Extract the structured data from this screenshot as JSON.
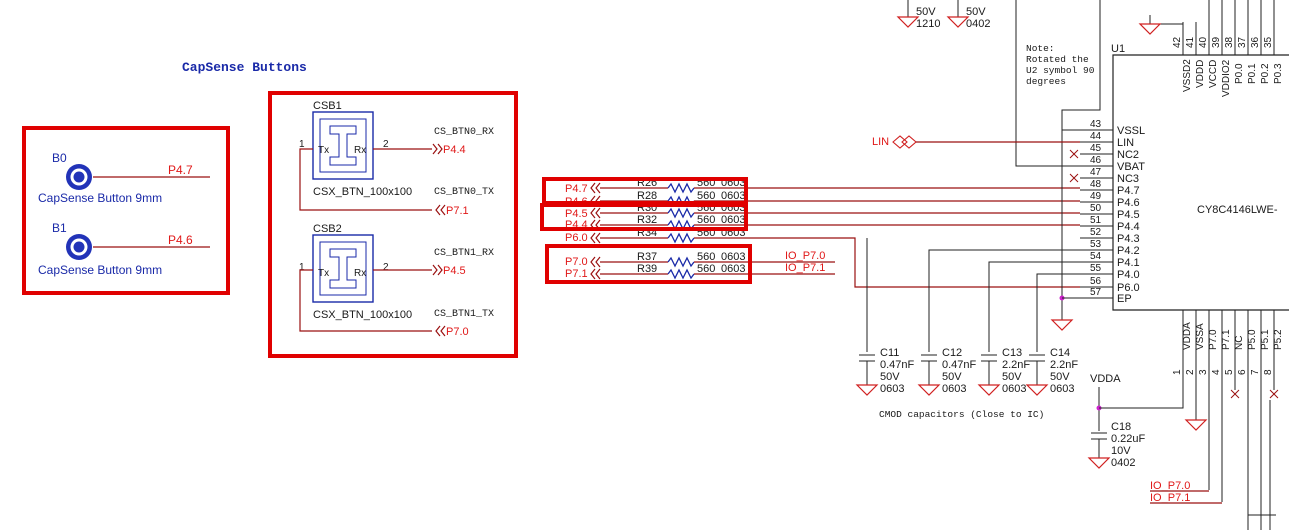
{
  "title": "CapSense Buttons",
  "buttons": [
    {
      "ref": "B0",
      "desc": "CapSense Button 9mm",
      "net": "P4.7"
    },
    {
      "ref": "B1",
      "desc": "CapSense Button 9mm",
      "net": "P4.6"
    }
  ],
  "csx": [
    {
      "ref": "CSB1",
      "part": "CSX_BTN_100x100",
      "rx_net": "CS_BTN0_RX",
      "rx_port": "P4.4",
      "tx_net": "CS_BTN0_TX",
      "tx_port": "P7.1",
      "pin1": "1",
      "pin2": "2",
      "tx": "Tx",
      "rx": "Rx"
    },
    {
      "ref": "CSB2",
      "part": "CSX_BTN_100x100",
      "rx_net": "CS_BTN1_RX",
      "rx_port": "P4.5",
      "tx_net": "CS_BTN1_TX",
      "tx_port": "P7.0",
      "pin1": "1",
      "pin2": "2",
      "tx": "Tx",
      "rx": "Rx"
    }
  ],
  "resistors": [
    {
      "port": "P4.7",
      "ref": "R26",
      "val": "560",
      "pkg": "0603",
      "io": ""
    },
    {
      "port": "P4.6",
      "ref": "R28",
      "val": "560",
      "pkg": "0603",
      "io": ""
    },
    {
      "port": "P4.5",
      "ref": "R30",
      "val": "560",
      "pkg": "0603",
      "io": ""
    },
    {
      "port": "P4.4",
      "ref": "R32",
      "val": "560",
      "pkg": "0603",
      "io": ""
    },
    {
      "port": "P6.0",
      "ref": "R34",
      "val": "560",
      "pkg": "0603",
      "io": ""
    },
    {
      "port": "P7.0",
      "ref": "R37",
      "val": "560",
      "pkg": "0603",
      "io": "IO_P7.0"
    },
    {
      "port": "P7.1",
      "ref": "R39",
      "val": "560",
      "pkg": "0603",
      "io": "IO_P7.1"
    }
  ],
  "lin_label": "LIN",
  "ic": {
    "ref": "U1",
    "part": "CY8C4146LWE-",
    "note": [
      "Note:",
      "Rotated the",
      "U2 symbol 90",
      "degrees"
    ],
    "left_pins": [
      {
        "num": "43",
        "name": "VSSL"
      },
      {
        "num": "44",
        "name": "LIN"
      },
      {
        "num": "45",
        "name": "NC2"
      },
      {
        "num": "46",
        "name": "VBAT"
      },
      {
        "num": "47",
        "name": "NC3"
      },
      {
        "num": "48",
        "name": "P4.7"
      },
      {
        "num": "49",
        "name": "P4.6"
      },
      {
        "num": "50",
        "name": "P4.5"
      },
      {
        "num": "51",
        "name": "P4.4"
      },
      {
        "num": "52",
        "name": "P4.3"
      },
      {
        "num": "53",
        "name": "P4.2"
      },
      {
        "num": "54",
        "name": "P4.1"
      },
      {
        "num": "55",
        "name": "P4.0"
      },
      {
        "num": "56",
        "name": "P6.0"
      },
      {
        "num": "57",
        "name": "EP"
      }
    ],
    "top_pins": [
      {
        "num": "42",
        "name": "VSSD2"
      },
      {
        "num": "41",
        "name": "VDDD"
      },
      {
        "num": "40",
        "name": "VCCD"
      },
      {
        "num": "39",
        "name": "VDDIO2"
      },
      {
        "num": "38",
        "name": "P0.0"
      },
      {
        "num": "37",
        "name": "P0.1"
      },
      {
        "num": "36",
        "name": "P0.2"
      },
      {
        "num": "35",
        "name": "P0.3"
      }
    ],
    "bottom_pins": [
      {
        "num": "1",
        "name": "VDDA"
      },
      {
        "num": "2",
        "name": "VSSA"
      },
      {
        "num": "3",
        "name": "P7.0"
      },
      {
        "num": "4",
        "name": "P7.1"
      },
      {
        "num": "5",
        "name": "NC"
      },
      {
        "num": "6",
        "name": "P5.0"
      },
      {
        "num": "7",
        "name": "P5.1"
      },
      {
        "num": "8",
        "name": "P5.2"
      }
    ]
  },
  "caps": [
    {
      "ref": "C11",
      "val": "0.47nF",
      "volt": "50V",
      "pkg": "0603"
    },
    {
      "ref": "C12",
      "val": "0.47nF",
      "volt": "50V",
      "pkg": "0603"
    },
    {
      "ref": "C13",
      "val": "2.2nF",
      "volt": "50V",
      "pkg": "0603"
    },
    {
      "ref": "C14",
      "val": "2.2nF",
      "volt": "50V",
      "pkg": "0603"
    }
  ],
  "cmod_note": "CMOD capacitors (Close to IC)",
  "c18": {
    "ref": "C18",
    "val": "0.22uF",
    "volt": "10V",
    "pkg": "0402"
  },
  "vdda_label": "VDDA",
  "top_caps": [
    {
      "volt": "50V",
      "pkg": "1210"
    },
    {
      "volt": "50V",
      "pkg": "0402"
    }
  ],
  "bottom_io": [
    "IO_P7.0",
    "IO_P7.1"
  ],
  "colors": {
    "highlight": "#e00000",
    "net": "#e01818",
    "component": "#1a2aa8",
    "wire": "#9a1010"
  }
}
